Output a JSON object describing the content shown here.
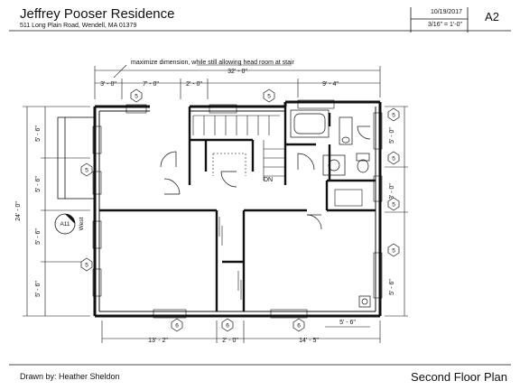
{
  "title_block": {
    "project_title": "Jeffrey Pooser Residence",
    "address": "511 Long Plain Road, Wendell, MA 01379",
    "date": "10/19/2017",
    "scale": "3/16\" = 1'-0\"",
    "sheet_number": "A2"
  },
  "footer": {
    "drawn_by": "Drawn by: Heather Sheldon",
    "plan_title": "Second Floor Plan"
  },
  "plan": {
    "note": "maximize dimension, while still allowing head room at stair",
    "stair_label": "DN",
    "dims_top_upper": {
      "overall": "32' - 0\""
    },
    "dims_top_lower": [
      "3' - 0\"",
      "7' - 0\"",
      "2' - 0\"",
      "9' - 4\""
    ],
    "dims_bottom": [
      "13' - 2\"",
      "2' - 0\"",
      "14' - 5\"",
      "5' - 6\""
    ],
    "dims_left_outer": "24' - 0\"",
    "dims_left_inner": [
      "5' - 6\"",
      "5' - 6\"",
      "5' - 6\"",
      "5' - 6\""
    ],
    "dims_right": [
      "5' - 0\"",
      "3' - 0\"",
      "5' - 6\""
    ],
    "window_tags": [
      "5",
      "5",
      "5",
      "5",
      "5",
      "5",
      "5",
      "5",
      "6",
      "6",
      "6"
    ],
    "section_marker": {
      "id": "A11",
      "direction": "West"
    }
  }
}
